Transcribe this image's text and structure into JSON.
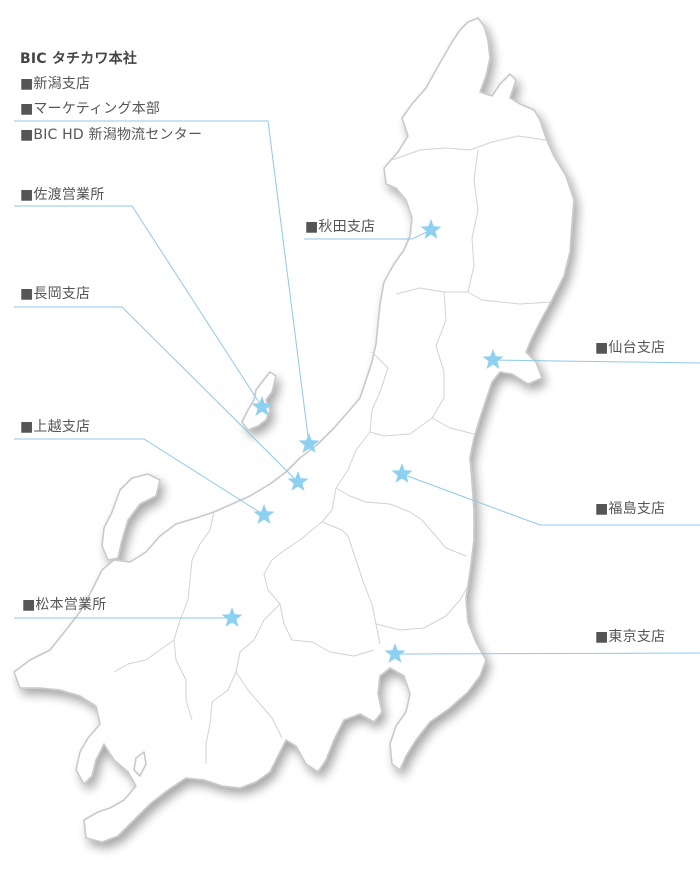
{
  "map": {
    "accent_color": "#8dd0f0",
    "leader_color": "#8fc8e8",
    "labels": {
      "hq": "BIC タチカワ本社",
      "niigata": "■新潟支店",
      "marketing": "■マーケティング本部",
      "logistics": "■BIC HD 新潟物流センター",
      "sado": "■佐渡営業所",
      "akita": "■秋田支店",
      "nagaoka": "■長岡支店",
      "sendai": "■仙台支店",
      "joetsu": "■上越支店",
      "fukushima": "■福島支店",
      "matsumoto": "■松本営業所",
      "tokyo": "■東京支店"
    },
    "markers": [
      {
        "id": "akita",
        "icon": "star-icon"
      },
      {
        "id": "sendai",
        "icon": "star-icon"
      },
      {
        "id": "sado",
        "icon": "star-icon"
      },
      {
        "id": "niigata",
        "icon": "star-icon"
      },
      {
        "id": "nagaoka",
        "icon": "star-icon"
      },
      {
        "id": "fukushima",
        "icon": "star-icon"
      },
      {
        "id": "joetsu",
        "icon": "star-icon"
      },
      {
        "id": "matsumoto",
        "icon": "star-icon"
      },
      {
        "id": "tokyo",
        "icon": "star-icon"
      }
    ]
  }
}
